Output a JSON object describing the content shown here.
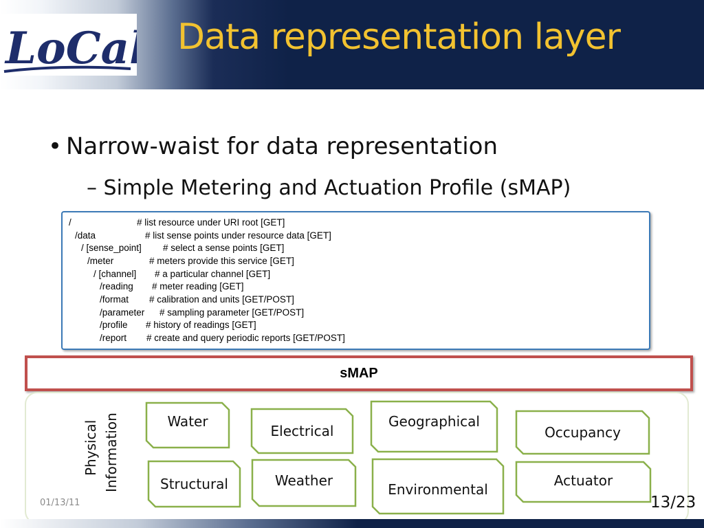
{
  "header": {
    "logo_text": "LoCal",
    "title": "Data representation layer"
  },
  "content": {
    "bullet": "Narrow-waist for data representation",
    "sub_bullet": "– Simple Metering and Actuation Profile (sMAP)"
  },
  "uri_listing": [
    {
      "path": "/",
      "comment": "# list resource under URI root [GET]"
    },
    {
      "path": "/data",
      "comment": "# list sense points under resource data [GET]"
    },
    {
      "path": "/ [sense_point]",
      "comment": "# select a sense points [GET]"
    },
    {
      "path": "/meter",
      "comment": "# meters provide this service [GET]"
    },
    {
      "path": "/ [channel]",
      "comment": "# a particular channel [GET]"
    },
    {
      "path": "/reading",
      "comment": "# meter reading [GET]"
    },
    {
      "path": "/format",
      "comment": "# calibration and units [GET/POST]"
    },
    {
      "path": "/parameter",
      "comment": "# sampling parameter [GET/POST]"
    },
    {
      "path": "/profile",
      "comment": "# history of readings [GET]"
    },
    {
      "path": "/report",
      "comment": "# create and query periodic reports [GET/POST]"
    }
  ],
  "smap_label": "sMAP",
  "physical_information": {
    "label_line1": "Physical",
    "label_line2": "Information",
    "categories": [
      "Water",
      "Electrical",
      "Geographical",
      "Occupancy",
      "Structural",
      "Weather",
      "Environmental",
      "Actuator"
    ]
  },
  "footer": {
    "date": "01/13/11",
    "page": "13/23"
  },
  "colors": {
    "title": "#f2c230",
    "header_bg": "#0f2248",
    "code_border": "#3b79b6",
    "smap_border": "#c0504d",
    "category_border": "#8ab04a"
  }
}
